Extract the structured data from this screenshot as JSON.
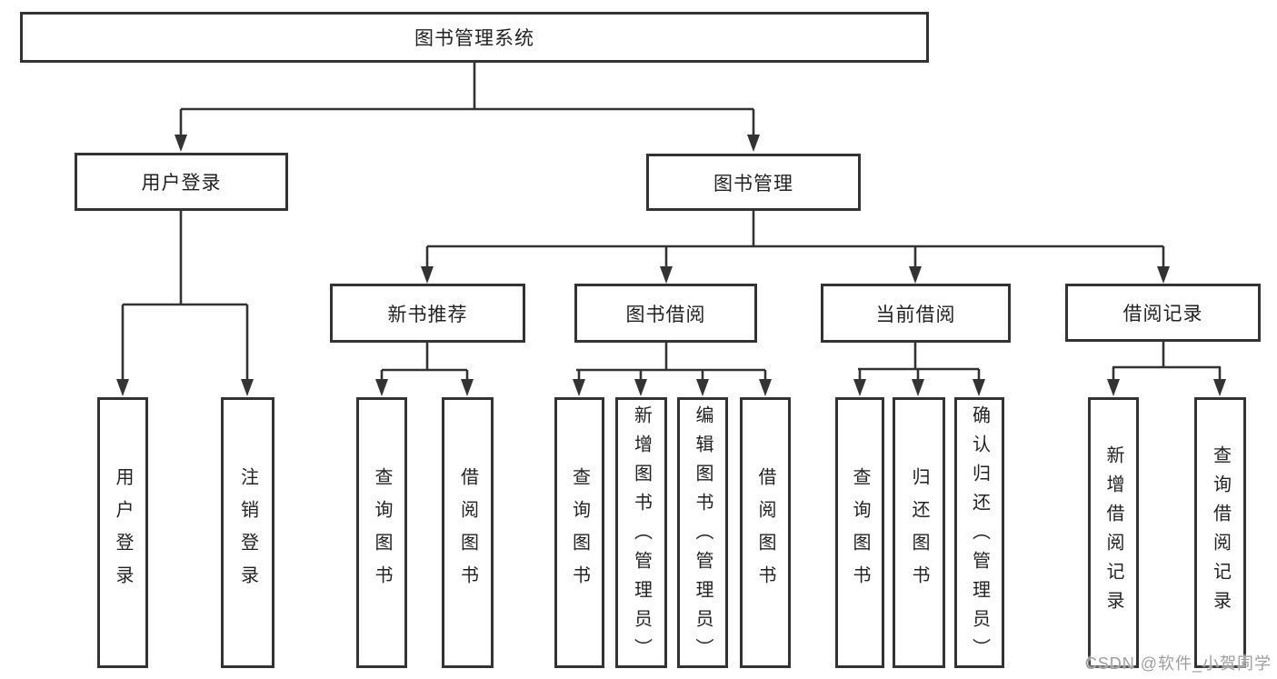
{
  "tree": {
    "root": {
      "label": "图书管理系统",
      "children": [
        {
          "label": "用户登录",
          "children": [
            {
              "label": "用户登录"
            },
            {
              "label": "注销登录"
            }
          ]
        },
        {
          "label": "图书管理",
          "children": [
            {
              "label": "新书推荐",
              "children": [
                {
                  "label": "查询图书"
                },
                {
                  "label": "借阅图书"
                }
              ]
            },
            {
              "label": "图书借阅",
              "children": [
                {
                  "label": "查询图书"
                },
                {
                  "label": "新增图书（管理员）"
                },
                {
                  "label": "编辑图书（管理员）"
                },
                {
                  "label": "借阅图书"
                }
              ]
            },
            {
              "label": "当前借阅",
              "children": [
                {
                  "label": "查询图书"
                },
                {
                  "label": "归还图书"
                },
                {
                  "label": "确认归还（管理员）"
                }
              ]
            },
            {
              "label": "借阅记录",
              "children": [
                {
                  "label": "新增借阅记录"
                },
                {
                  "label": "查询借阅记录"
                }
              ]
            }
          ]
        }
      ]
    }
  },
  "watermark": "CSDN @软件_小贺同学",
  "colors": {
    "line": "#333333",
    "box_border": "#333333",
    "box_background": "#ffffff",
    "text": "#222222",
    "watermark": "#9e9e9e"
  }
}
